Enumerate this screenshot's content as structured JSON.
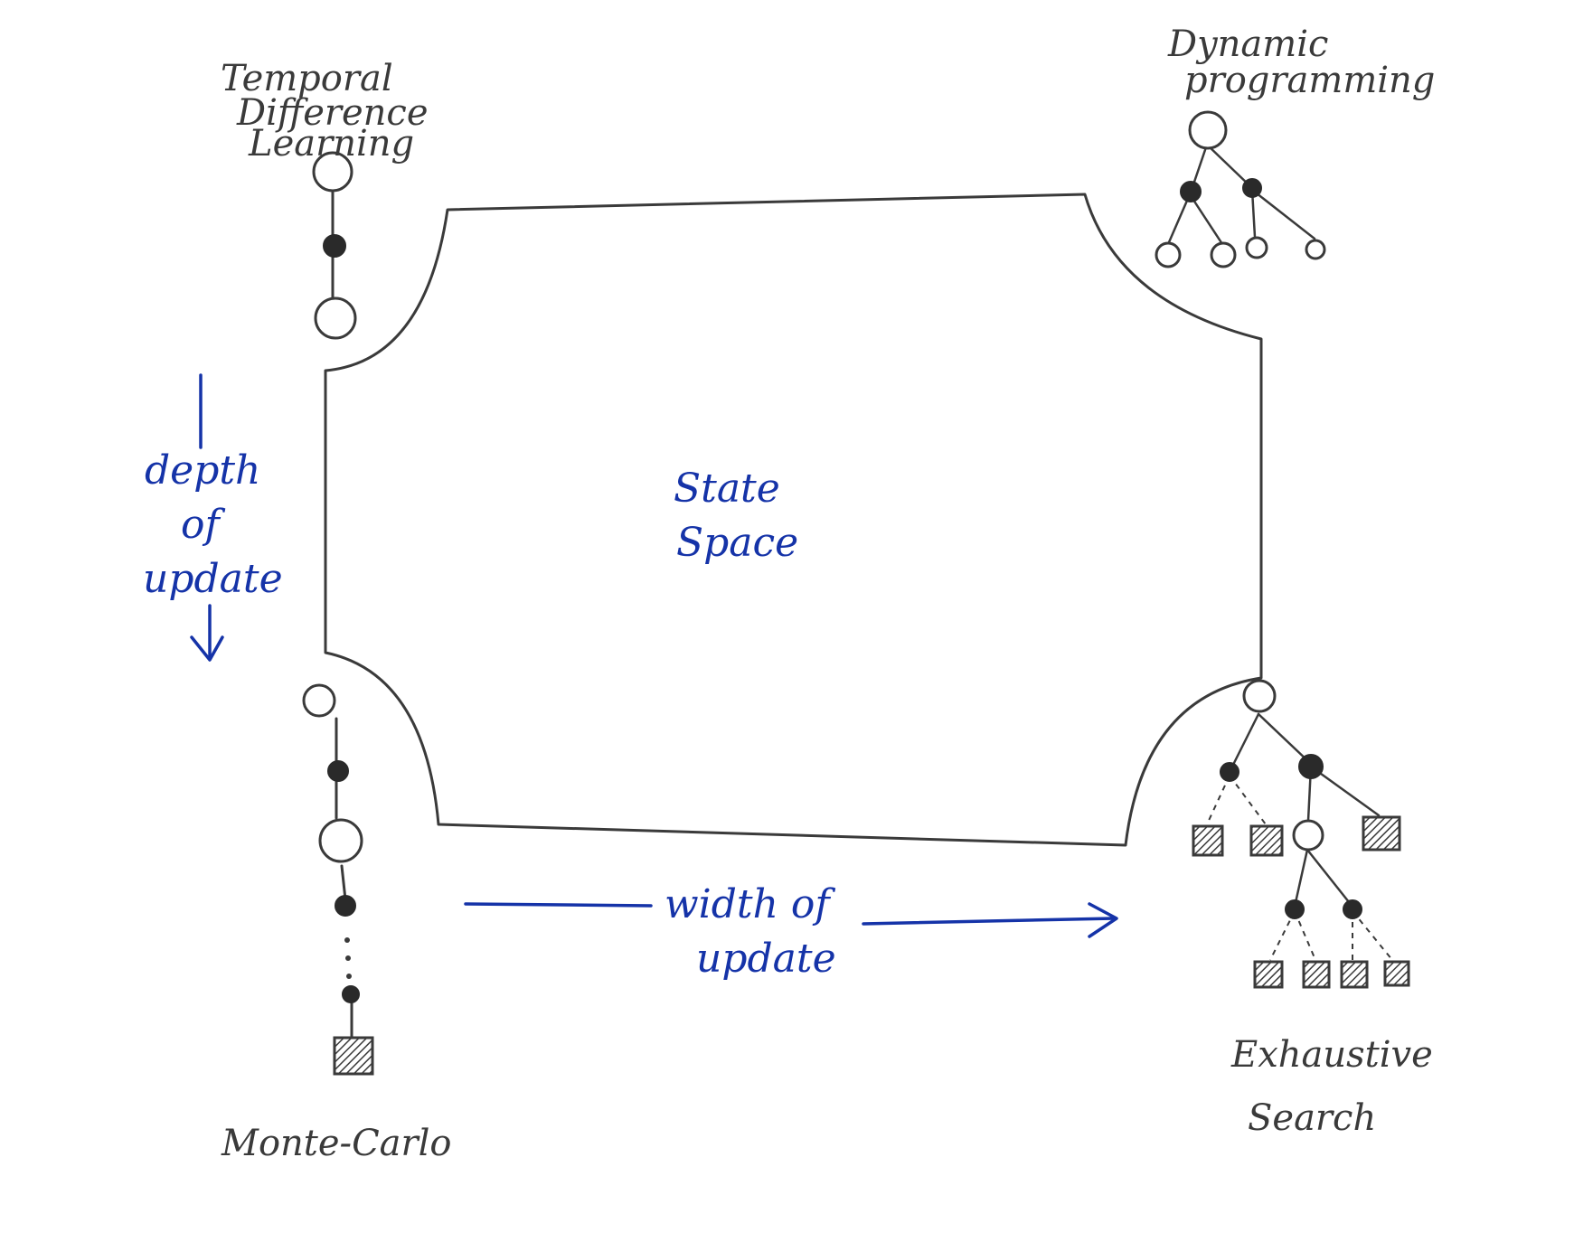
{
  "labels": {
    "top_left": [
      "Temporal",
      "Difference",
      "Learning"
    ],
    "top_right": [
      "Dynamic",
      "programming"
    ],
    "bottom_left": [
      "Monte-Carlo"
    ],
    "bottom_right": [
      "Exhaustive",
      "Search"
    ],
    "center": [
      "State",
      "Space"
    ],
    "vertical_axis": [
      "depth",
      "of",
      "update"
    ],
    "horizontal_axis": [
      "width of",
      "update"
    ]
  },
  "colors": {
    "ink": "#3a3a3a",
    "axis_ink": "#1533a8",
    "background": "#ffffff"
  }
}
